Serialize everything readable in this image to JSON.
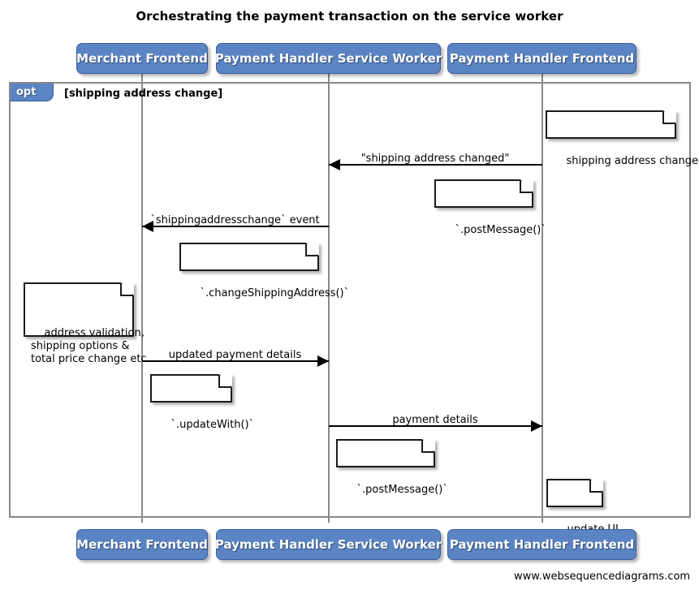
{
  "title": "Orchestrating the payment transaction on the service worker",
  "footer": "www.websequencediagrams.com",
  "colors": {
    "participant_fill": "#5B84C4",
    "participant_border": "#3A5F9E",
    "participant_text": "#FFFFFF",
    "frame_border": "#888888",
    "lifeline": "#888888",
    "note_border": "#1A1A1A",
    "note_fill": "#FFFFFF",
    "arrow": "#000000",
    "background": "#FFFFFF"
  },
  "participants": [
    {
      "id": "merchant-frontend",
      "label": "Merchant Frontend"
    },
    {
      "id": "payment-handler-service-worker",
      "label": "Payment Handler Service Worker"
    },
    {
      "id": "payment-handler-frontend",
      "label": "Payment Handler Frontend"
    }
  ],
  "fragment": {
    "type": "opt",
    "tab_label": "opt",
    "guard": "[shipping address change]"
  },
  "messages": [
    {
      "id": "shipping-address-changed-postmessage",
      "label": "\"shipping address changed\"",
      "from": "payment-handler-frontend",
      "to": "payment-handler-service-worker",
      "direction": "left"
    },
    {
      "id": "shippingaddresschange-event",
      "label": "`shippingaddresschange` event",
      "from": "payment-handler-service-worker",
      "to": "merchant-frontend",
      "direction": "left"
    },
    {
      "id": "updated-payment-details",
      "label": "updated payment details",
      "from": "merchant-frontend",
      "to": "payment-handler-service-worker",
      "direction": "right"
    },
    {
      "id": "payment-details",
      "label": "payment details",
      "from": "payment-handler-service-worker",
      "to": "payment-handler-frontend",
      "direction": "right"
    }
  ],
  "notes": [
    {
      "id": "note-shipping-address-changed",
      "text": "shipping address changed",
      "over": "payment-handler-frontend"
    },
    {
      "id": "note-postmessage-1",
      "text": "`.postMessage()`",
      "over": "payment-handler-frontend"
    },
    {
      "id": "note-change-shipping-address",
      "text": "`.changeShippingAddress()`",
      "over": "payment-handler-service-worker"
    },
    {
      "id": "note-address-validation",
      "text": "address validation,\nshipping options &\ntotal price change etc",
      "over": "merchant-frontend"
    },
    {
      "id": "note-update-with",
      "text": "`.updateWith()`",
      "over": "merchant-frontend"
    },
    {
      "id": "note-postmessage-2",
      "text": "`.postMessage()`",
      "over": "payment-handler-service-worker"
    },
    {
      "id": "note-update-ui",
      "text": "update UI",
      "over": "payment-handler-frontend"
    }
  ]
}
